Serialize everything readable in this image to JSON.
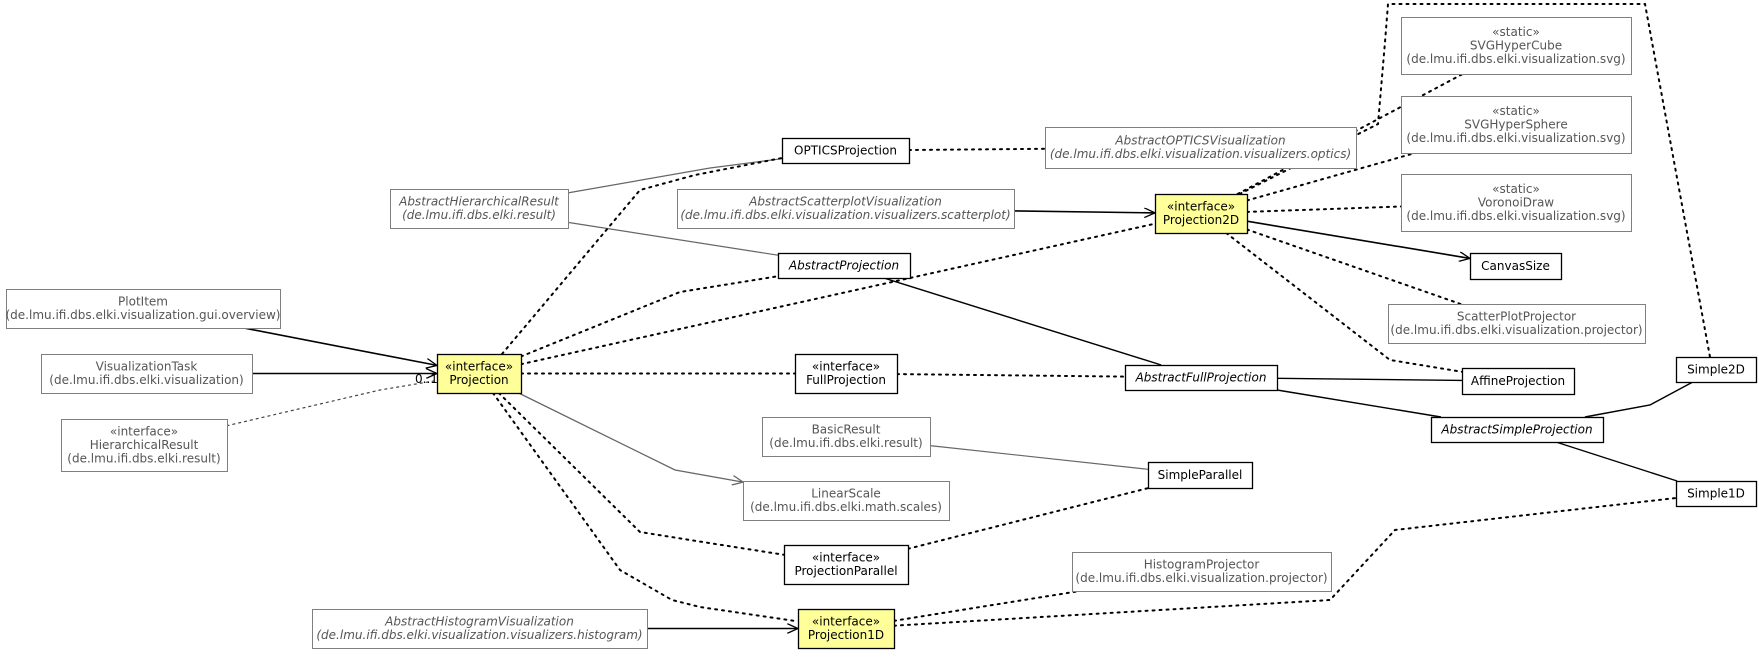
{
  "nodes": [
    {
      "id": "plotitem",
      "lines": [
        "PlotItem",
        "(de.lmu.ifi.dbs.elki.visualization.gui.overview)"
      ],
      "italic": false,
      "style": "external"
    },
    {
      "id": "visualizationtask",
      "lines": [
        "VisualizationTask",
        "(de.lmu.ifi.dbs.elki.visualization)"
      ],
      "italic": false,
      "style": "external"
    },
    {
      "id": "hierarchicalresult",
      "lines": [
        "«interface»",
        "HierarchicalResult",
        "(de.lmu.ifi.dbs.elki.result)"
      ],
      "italic": false,
      "style": "external"
    },
    {
      "id": "projection",
      "lines": [
        "«interface»",
        "Projection"
      ],
      "italic": false,
      "style": "focus"
    },
    {
      "id": "abstracthierarchicalresult",
      "lines": [
        "AbstractHierarchicalResult",
        "(de.lmu.ifi.dbs.elki.result)"
      ],
      "italic": true,
      "style": "external"
    },
    {
      "id": "opticsprojection",
      "lines": [
        "OPTICSProjection"
      ],
      "italic": false,
      "style": "local"
    },
    {
      "id": "abstractscatterplotvisualization",
      "lines": [
        "AbstractScatterplotVisualization",
        "(de.lmu.ifi.dbs.elki.visualization.visualizers.scatterplot)"
      ],
      "italic": true,
      "style": "external"
    },
    {
      "id": "abstractprojection",
      "lines": [
        "AbstractProjection"
      ],
      "italic": true,
      "style": "local"
    },
    {
      "id": "abstractopticsvisualization",
      "lines": [
        "AbstractOPTICSVisualization",
        "(de.lmu.ifi.dbs.elki.visualization.visualizers.optics)"
      ],
      "italic": true,
      "style": "external"
    },
    {
      "id": "projection2d",
      "lines": [
        "«interface»",
        "Projection2D"
      ],
      "italic": false,
      "style": "focus"
    },
    {
      "id": "svghypercube",
      "lines": [
        "«static»",
        "SVGHyperCube",
        "(de.lmu.ifi.dbs.elki.visualization.svg)"
      ],
      "italic": false,
      "style": "external"
    },
    {
      "id": "svghypersphere",
      "lines": [
        "«static»",
        "SVGHyperSphere",
        "(de.lmu.ifi.dbs.elki.visualization.svg)"
      ],
      "italic": false,
      "style": "external"
    },
    {
      "id": "voronoidraw",
      "lines": [
        "«static»",
        "VoronoiDraw",
        "(de.lmu.ifi.dbs.elki.visualization.svg)"
      ],
      "italic": false,
      "style": "external"
    },
    {
      "id": "canvassize",
      "lines": [
        "CanvasSize"
      ],
      "italic": false,
      "style": "local"
    },
    {
      "id": "scatterplotprojector",
      "lines": [
        "ScatterPlotProjector",
        "(de.lmu.ifi.dbs.elki.visualization.projector)"
      ],
      "italic": false,
      "style": "external"
    },
    {
      "id": "fullprojection",
      "lines": [
        "«interface»",
        "FullProjection"
      ],
      "italic": false,
      "style": "local"
    },
    {
      "id": "abstractfullprojection",
      "lines": [
        "AbstractFullProjection"
      ],
      "italic": true,
      "style": "local"
    },
    {
      "id": "affineprojection",
      "lines": [
        "AffineProjection"
      ],
      "italic": false,
      "style": "local"
    },
    {
      "id": "simple2d",
      "lines": [
        "Simple2D"
      ],
      "italic": false,
      "style": "local"
    },
    {
      "id": "abstractsimpleprojection",
      "lines": [
        "AbstractSimpleProjection"
      ],
      "italic": true,
      "style": "local"
    },
    {
      "id": "basicresult",
      "lines": [
        "BasicResult",
        "(de.lmu.ifi.dbs.elki.result)"
      ],
      "italic": false,
      "style": "external"
    },
    {
      "id": "simpleparallel",
      "lines": [
        "SimpleParallel"
      ],
      "italic": false,
      "style": "local"
    },
    {
      "id": "linearscale",
      "lines": [
        "LinearScale",
        "(de.lmu.ifi.dbs.elki.math.scales)"
      ],
      "italic": false,
      "style": "external"
    },
    {
      "id": "simple1d",
      "lines": [
        "Simple1D"
      ],
      "italic": false,
      "style": "local"
    },
    {
      "id": "projectionparallel",
      "lines": [
        "«interface»",
        "ProjectionParallel"
      ],
      "italic": false,
      "style": "local"
    },
    {
      "id": "histogramprojector",
      "lines": [
        "HistogramProjector",
        "(de.lmu.ifi.dbs.elki.visualization.projector)"
      ],
      "italic": false,
      "style": "external"
    },
    {
      "id": "abstracthistogramvisualization",
      "lines": [
        "AbstractHistogramVisualization",
        "(de.lmu.ifi.dbs.elki.visualization.visualizers.histogram)"
      ],
      "italic": true,
      "style": "external"
    },
    {
      "id": "projection1d",
      "lines": [
        "«interface»",
        "Projection1D"
      ],
      "italic": false,
      "style": "focus"
    }
  ],
  "edges": [
    {
      "from": "plotitem",
      "to": "projection",
      "kind": "assoc"
    },
    {
      "from": "visualizationtask",
      "to": "projection",
      "kind": "assoc"
    },
    {
      "from": "hierarchicalresult",
      "to": "projection",
      "kind": "dep-thin"
    },
    {
      "from": "abstracthierarchicalresult",
      "to": "opticsprojection",
      "kind": "inherit-gray"
    },
    {
      "from": "abstracthierarchicalresult",
      "to": "abstractprojection",
      "kind": "inherit-gray"
    },
    {
      "from": "projection",
      "to": "opticsprojection",
      "kind": "realize"
    },
    {
      "from": "projection",
      "to": "abstractprojection",
      "kind": "realize"
    },
    {
      "from": "projection",
      "to": "projection2d",
      "kind": "realize"
    },
    {
      "from": "projection",
      "to": "fullprojection",
      "kind": "realize"
    },
    {
      "from": "projection",
      "to": "linearscale",
      "kind": "assoc-gray"
    },
    {
      "from": "projection",
      "to": "projectionparallel",
      "kind": "realize"
    },
    {
      "from": "projection",
      "to": "projection1d",
      "kind": "realize"
    },
    {
      "from": "opticsprojection",
      "to": "abstractopticsvisualization",
      "kind": "realize"
    },
    {
      "from": "abstractscatterplotvisualization",
      "to": "projection2d",
      "kind": "assoc"
    },
    {
      "from": "abstractprojection",
      "to": "abstractfullprojection",
      "kind": "inherit"
    },
    {
      "from": "projection2d",
      "to": "svghypercube",
      "kind": "realize"
    },
    {
      "from": "projection2d",
      "to": "svghypersphere",
      "kind": "realize"
    },
    {
      "from": "projection2d",
      "to": "voronoidraw",
      "kind": "realize"
    },
    {
      "from": "projection2d",
      "to": "canvassize",
      "kind": "assoc"
    },
    {
      "from": "projection2d",
      "to": "scatterplotprojector",
      "kind": "realize"
    },
    {
      "from": "projection2d",
      "to": "affineprojection",
      "kind": "realize"
    },
    {
      "from": "projection2d",
      "to": "simple2d",
      "kind": "realize"
    },
    {
      "from": "fullprojection",
      "to": "abstractfullprojection",
      "kind": "realize"
    },
    {
      "from": "abstractfullprojection",
      "to": "affineprojection",
      "kind": "inherit"
    },
    {
      "from": "abstractfullprojection",
      "to": "abstractsimpleprojection",
      "kind": "inherit"
    },
    {
      "from": "abstractsimpleprojection",
      "to": "simple2d",
      "kind": "inherit"
    },
    {
      "from": "abstractsimpleprojection",
      "to": "simple1d",
      "kind": "inherit"
    },
    {
      "from": "basicresult",
      "to": "simpleparallel",
      "kind": "inherit-gray"
    },
    {
      "from": "projectionparallel",
      "to": "simpleparallel",
      "kind": "realize"
    },
    {
      "from": "projection1d",
      "to": "histogramprojector",
      "kind": "realize"
    },
    {
      "from": "projection1d",
      "to": "simple1d",
      "kind": "realize"
    },
    {
      "from": "abstracthistogramvisualization",
      "to": "projection1d",
      "kind": "assoc"
    }
  ],
  "multiplicity": "0..1",
  "colors": {
    "focus_fill": "#ffff99",
    "node_fill": "#ffffff",
    "local_border": "#000000",
    "external_border": "#7f7f7f",
    "external_text": "#555555",
    "edge_dark": "#000000",
    "edge_gray": "#666666"
  }
}
